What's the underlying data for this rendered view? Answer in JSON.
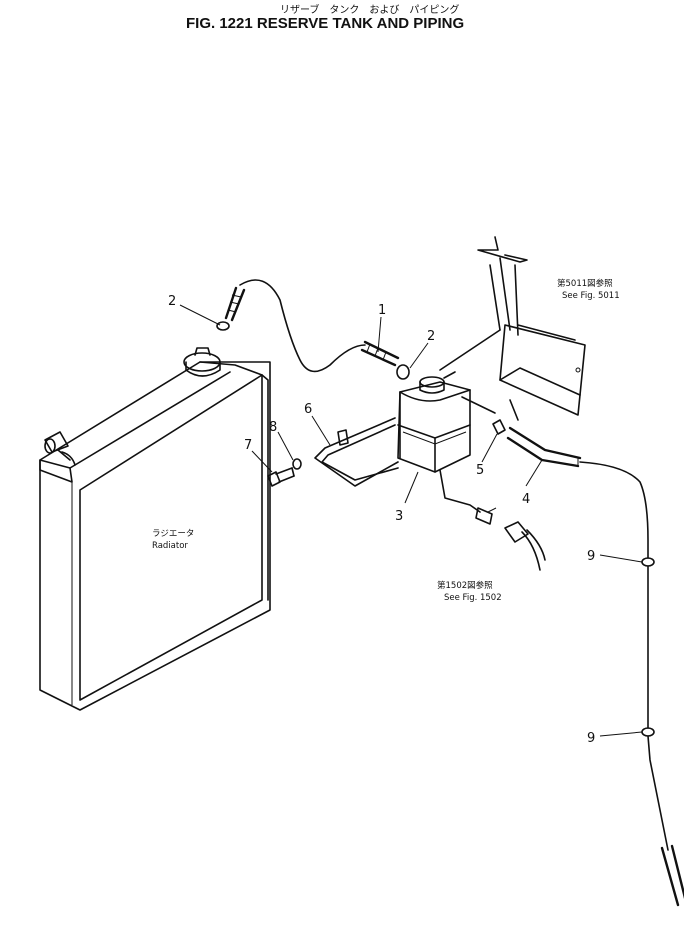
{
  "title_jp": "リザーブ　タンク　および　パイピング",
  "title": "FIG. 1221   RESERVE TANK AND PIPING",
  "labels": {
    "radiator_jp": "ラジエータ",
    "radiator": "Radiator",
    "ref_5011_jp": "第5011図参照",
    "ref_5011": "See Fig. 5011",
    "ref_1502_jp": "第1502図参照",
    "ref_1502": "See Fig. 1502"
  },
  "callouts": {
    "c1": "1",
    "c2a": "2",
    "c2b": "2",
    "c3": "3",
    "c4": "4",
    "c5": "5",
    "c6": "6",
    "c7": "7",
    "c8": "8",
    "c9a": "9",
    "c9b": "9"
  }
}
